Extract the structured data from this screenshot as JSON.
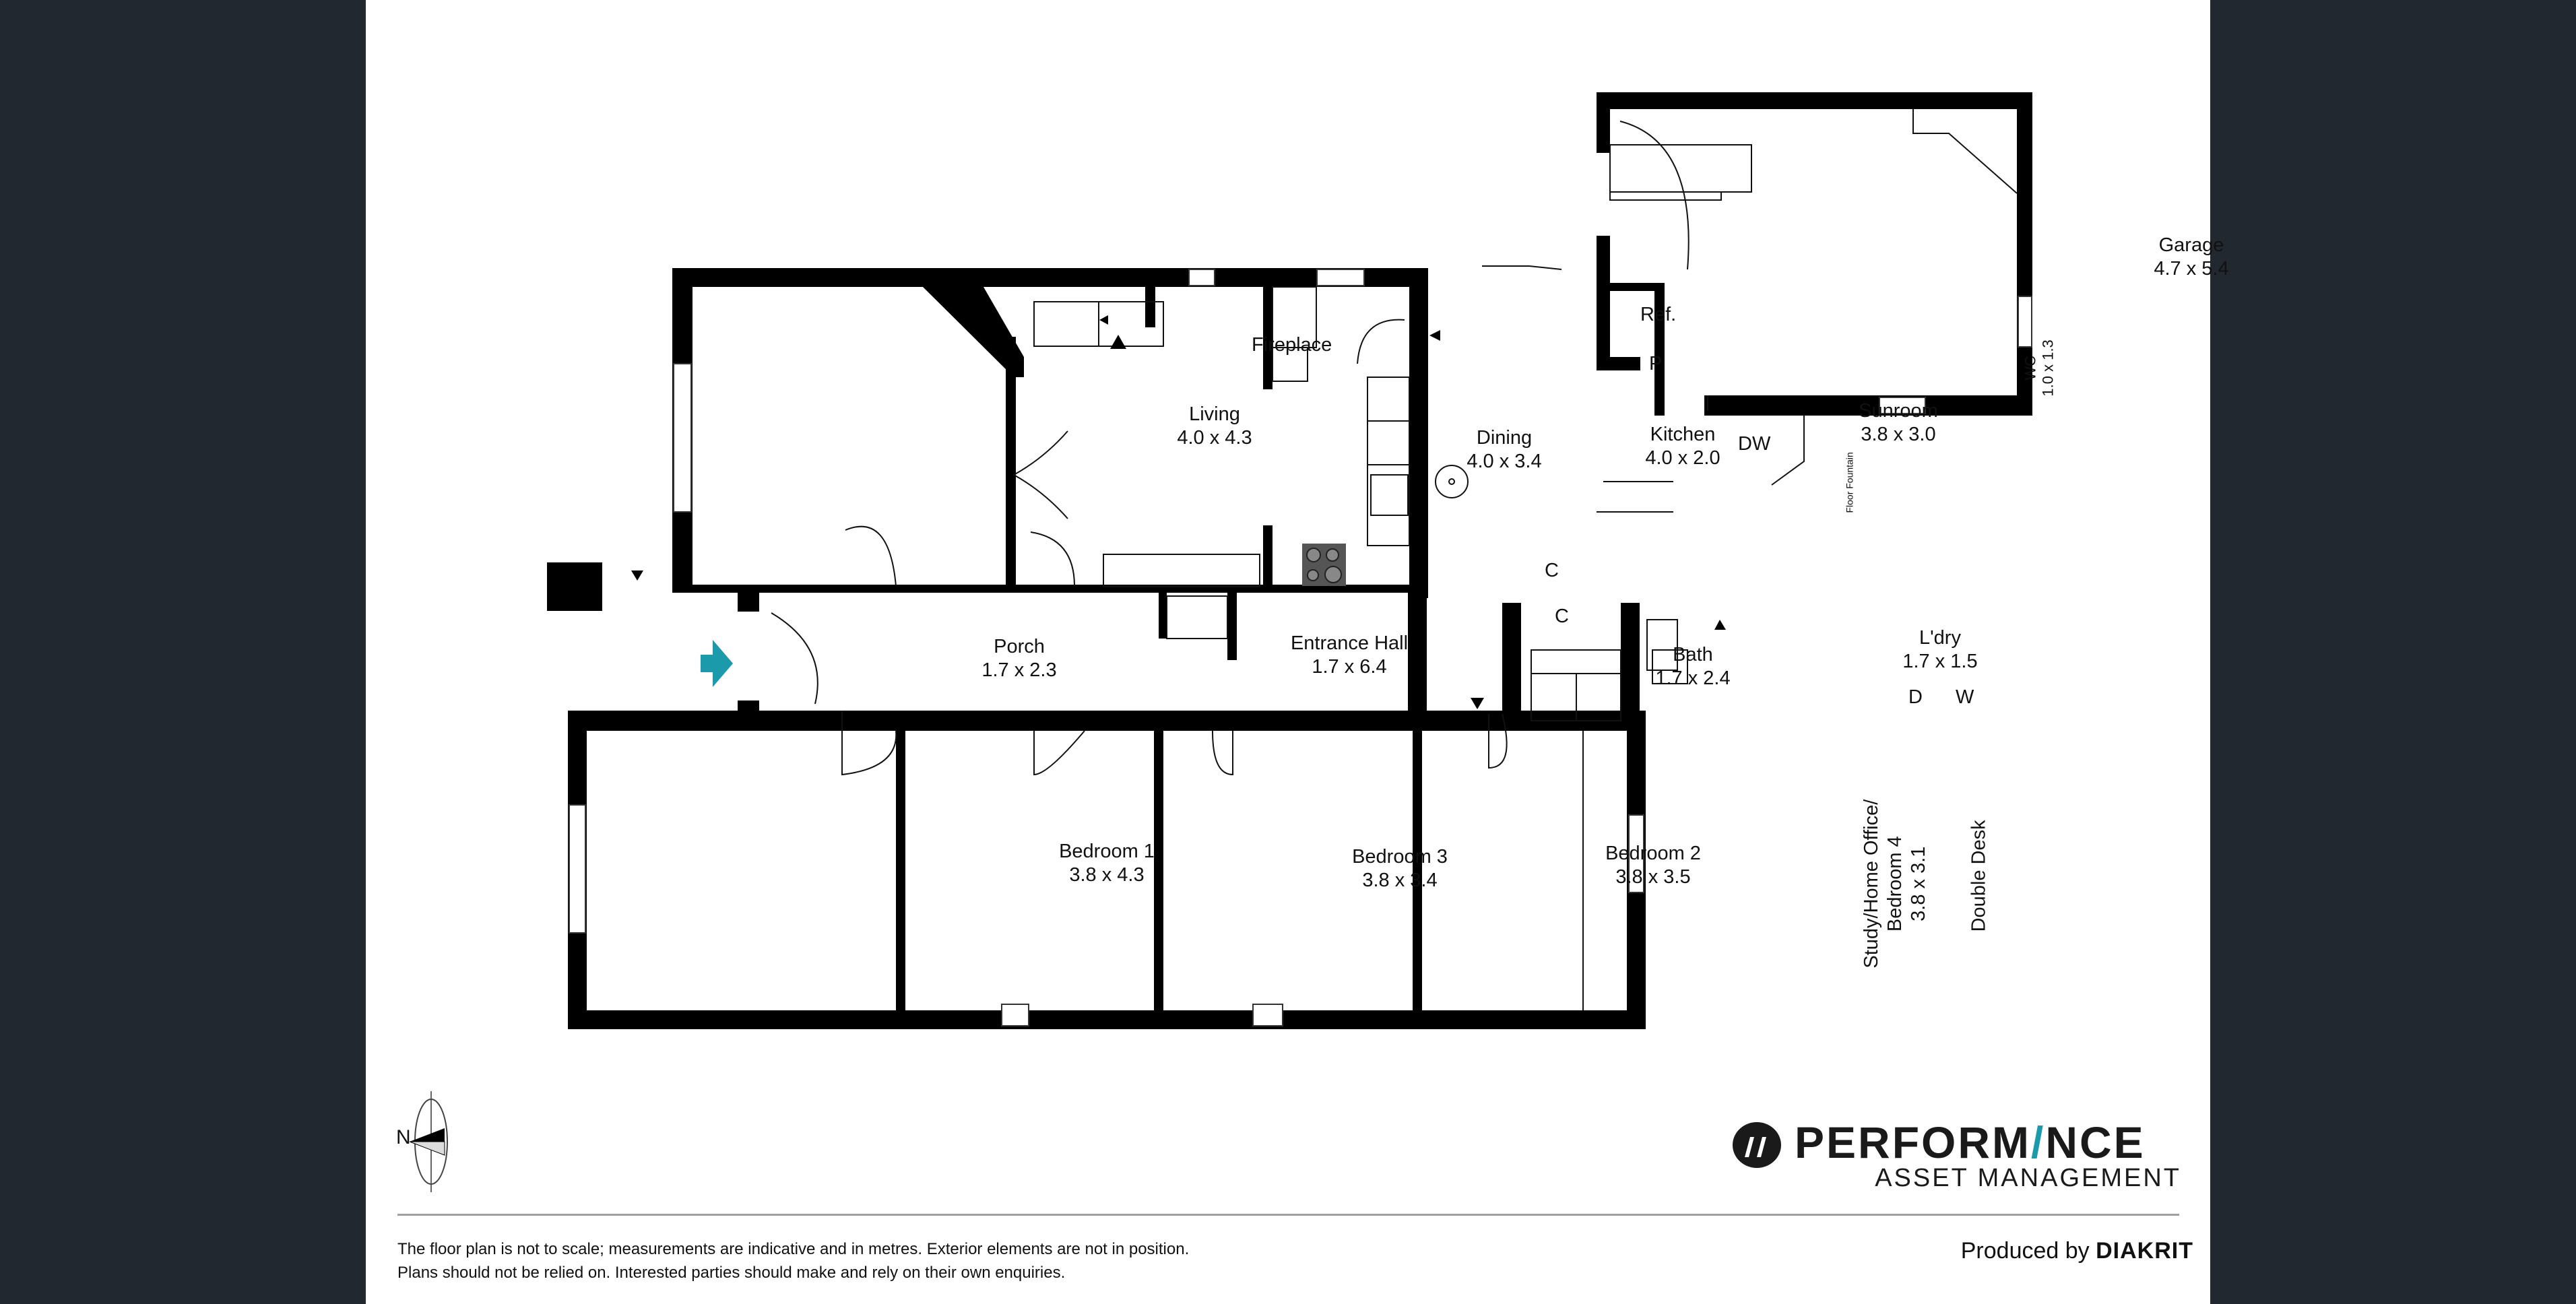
{
  "floorplan": {
    "rooms": [
      {
        "id": "living",
        "name": "Living",
        "dims": "4.0 x 4.3"
      },
      {
        "id": "dining",
        "name": "Dining",
        "dims": "4.0 x 3.4"
      },
      {
        "id": "kitchen",
        "name": "Kitchen",
        "dims": "4.0 x 2.0"
      },
      {
        "id": "sunroom",
        "name": "Sunroom",
        "dims": "3.8 x 3.0"
      },
      {
        "id": "garage",
        "name": "Garage",
        "dims": "4.7 x 5.4"
      },
      {
        "id": "wc",
        "name": "WC",
        "dims": "1.0 x 1.3"
      },
      {
        "id": "porch",
        "name": "Porch",
        "dims": "1.7 x 2.3"
      },
      {
        "id": "entrance-hall",
        "name": "Entrance Hall",
        "dims": "1.7 x 6.4"
      },
      {
        "id": "bath",
        "name": "Bath",
        "dims": "1.7 x 2.4"
      },
      {
        "id": "laundry",
        "name": "L'dry",
        "dims": "1.7 x 1.5"
      },
      {
        "id": "bedroom-1",
        "name": "Bedroom 1",
        "dims": "3.8 x 4.3"
      },
      {
        "id": "bedroom-3",
        "name": "Bedroom 3",
        "dims": "3.8 x 3.4"
      },
      {
        "id": "bedroom-2",
        "name": "Bedroom 2",
        "dims": "3.8 x 3.5"
      },
      {
        "id": "study",
        "name_line1": "Study/Home Office/",
        "name_line2": "Bedroom 4",
        "dims": "3.8 x 3.1"
      }
    ],
    "fixtures": {
      "fireplace": "Fireplace",
      "ref": "Ref.",
      "pantry": "P",
      "dishwasher": "DW",
      "cupboard_dining": "C",
      "cupboard_hall": "C",
      "floor_fountain": "Floor Fountain",
      "dryer": "D",
      "washer": "W",
      "double_desk": "Double Desk"
    },
    "compass_label": "N",
    "entry_arrow_color": "#1a9aaa"
  },
  "footer": {
    "disclaimer_line1": "The floor plan is not to scale; measurements are indicative and in metres. Exterior elements are not in position.",
    "disclaimer_line2": "Plans should not be relied on. Interested parties should make and rely on their own enquiries.",
    "produced_by": "Produced by",
    "producer": "DIAKRIT"
  },
  "brand": {
    "name_part1": "PERFORM",
    "name_accent": "/",
    "name_part2": "NCE",
    "subtitle": "ASSET MANAGEMENT",
    "accent_color": "#1a9aaa"
  },
  "colors": {
    "background": "#212830",
    "sheet": "#ffffff",
    "wall": "#000000",
    "divider": "#a0a0a0"
  }
}
